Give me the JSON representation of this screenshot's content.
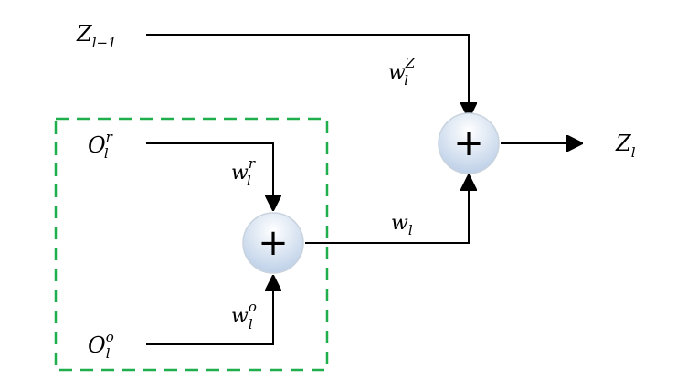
{
  "inputs": {
    "z_prev": {
      "base": "Z",
      "sub": "l−1"
    },
    "o_r": {
      "base": "O",
      "sub": "l",
      "sup": "r"
    },
    "o_o": {
      "base": "O",
      "sub": "l",
      "sup": "o"
    }
  },
  "weights": {
    "w_z": {
      "base": "w",
      "sub": "l",
      "sup": "Z"
    },
    "w_r": {
      "base": "w",
      "sub": "l",
      "sup": "r"
    },
    "w_o": {
      "base": "w",
      "sub": "l",
      "sup": "o"
    },
    "w_l": {
      "base": "w",
      "sub": "l"
    }
  },
  "output": {
    "base": "Z",
    "sub": "l"
  },
  "nodes": {
    "sum_symbol": "+"
  },
  "colors": {
    "dashed_box": "#1fae4c",
    "node_fill_top": "#ffffff",
    "node_fill_bottom": "#b9cde6",
    "line": "#000000"
  }
}
